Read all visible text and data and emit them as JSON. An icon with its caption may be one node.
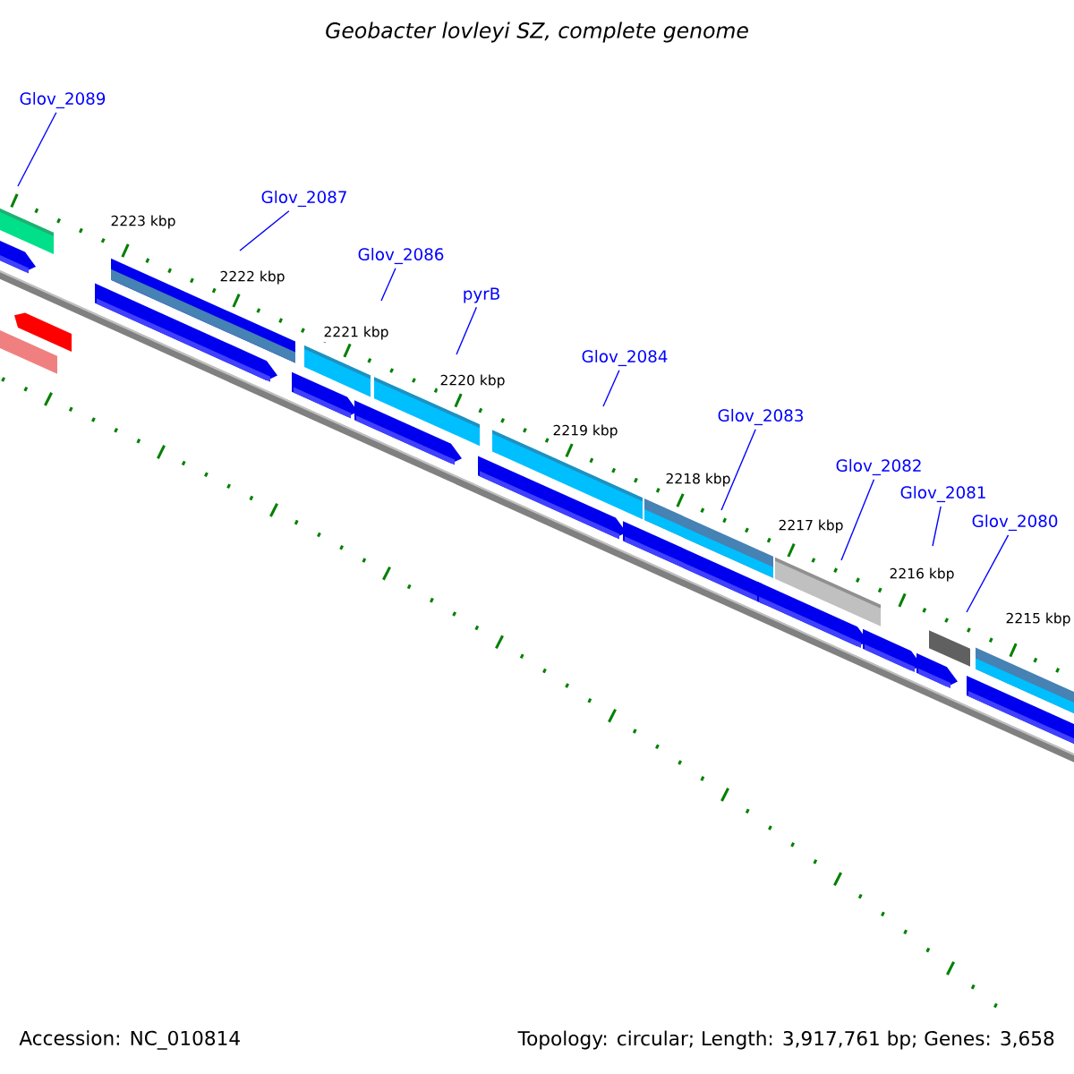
{
  "diagram": {
    "title": "Geobacter lovleyi SZ, complete genome",
    "nodes": [
      {
        "text": [
          "Glov_2089"
        ]
      },
      {
        "text": [
          "Glov_2087"
        ]
      },
      {
        "text": [
          "Glov_2086"
        ]
      },
      {
        "text": [
          "pyrB"
        ]
      },
      {
        "text": [
          "Glov_2084"
        ]
      },
      {
        "text": [
          "Glov_2083"
        ]
      },
      {
        "text": [
          "Glov_2082"
        ]
      },
      {
        "text": [
          "Glov_2081"
        ]
      },
      {
        "text": [
          "Glov_2080"
        ]
      }
    ],
    "edges": [
      {
        "from": 0,
        "to": null,
        "arrow": "none"
      },
      {
        "from": 1,
        "to": null,
        "arrow": "none"
      },
      {
        "from": 2,
        "to": null,
        "arrow": "none"
      },
      {
        "from": 3,
        "to": null,
        "arrow": "none"
      },
      {
        "from": 4,
        "to": null,
        "arrow": "none"
      },
      {
        "from": 5,
        "to": null,
        "arrow": "none"
      },
      {
        "from": 6,
        "to": null,
        "arrow": "none"
      },
      {
        "from": 7,
        "to": null,
        "arrow": "none"
      },
      {
        "from": 8,
        "to": null,
        "arrow": "none"
      }
    ],
    "labels": [
      "2223 kbp",
      "2222 kbp",
      "2221 kbp",
      "2220 kbp",
      "2219 kbp",
      "2218 kbp",
      "2217 kbp",
      "2216 kbp",
      "2215 kbp",
      "Accession: NC_010814",
      "Topology: circular; Length: 3,917,761 bp; Genes: 3,658"
    ]
  }
}
